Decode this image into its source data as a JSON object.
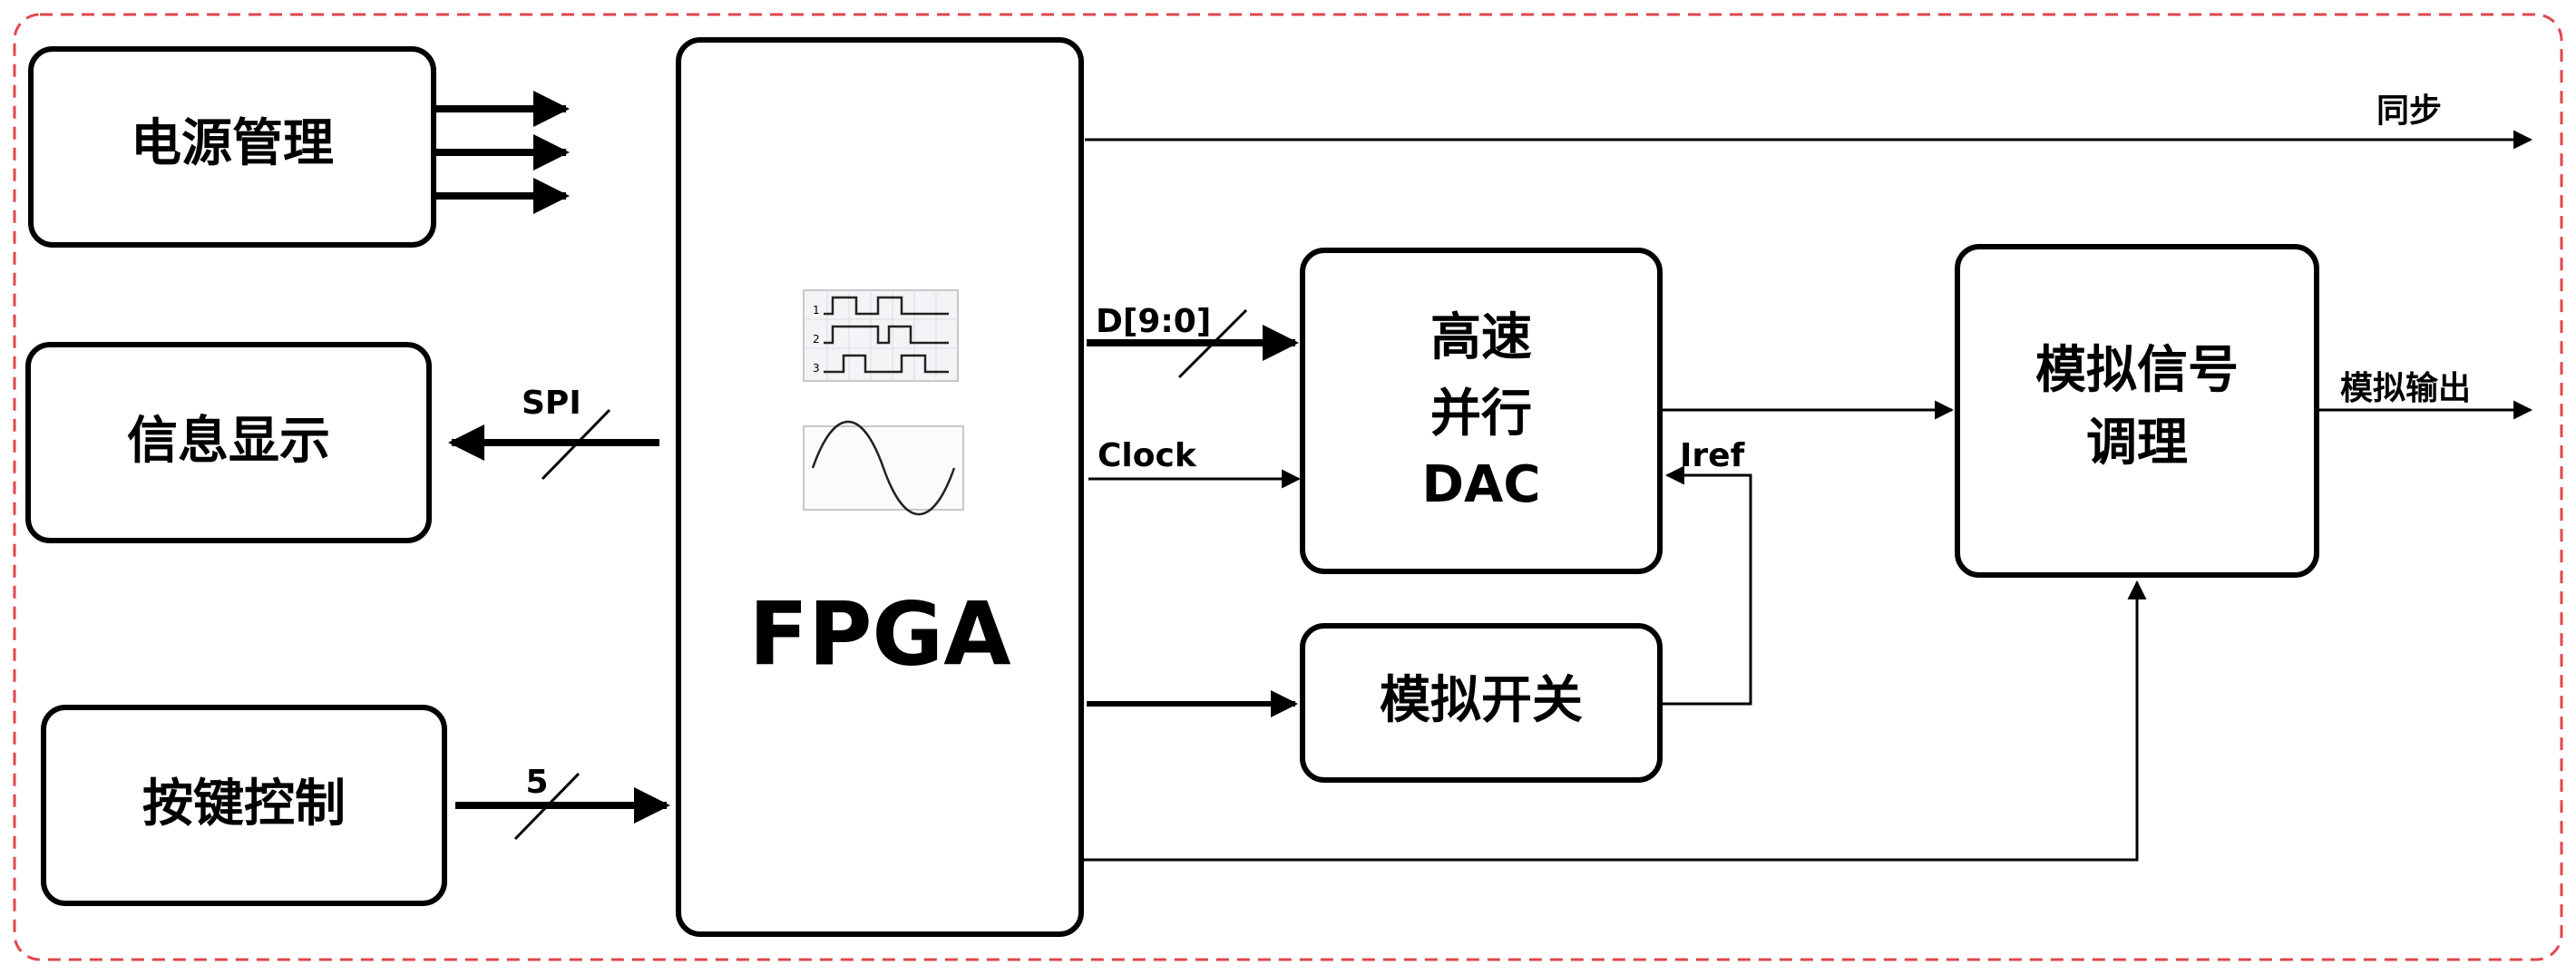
{
  "frame": {
    "color": "#e0474c"
  },
  "blocks": {
    "power": "电源管理",
    "display": "信息显示",
    "keys": "按键控制",
    "fpga": "FPGA",
    "dac_line1": "高速",
    "dac_line2": "并行",
    "dac_line3": "DAC",
    "switch": "模拟开关",
    "cond_line1": "模拟信号",
    "cond_line2": "调理"
  },
  "signals": {
    "sync": "同步",
    "spi": "SPI",
    "keys_width": "5",
    "data_bus": "D[9:0]",
    "clock": "Clock",
    "iref": "Iref",
    "analog_out": "模拟输出"
  },
  "icons": {
    "digital_waveform": "digital-waveform-icon",
    "sine_waveform": "sine-wave-icon",
    "waveform_channels": [
      "1",
      "2",
      "3"
    ]
  }
}
